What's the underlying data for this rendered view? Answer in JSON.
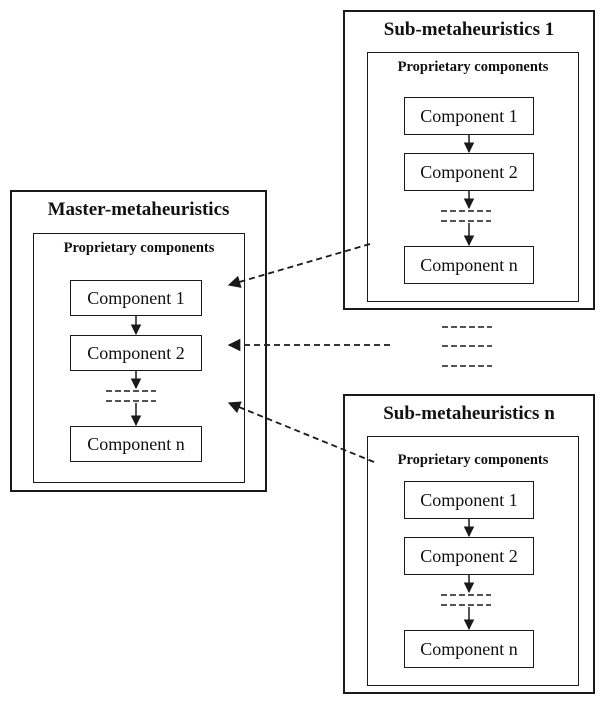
{
  "master": {
    "title": "Master-metaheuristics",
    "inner_title": "Proprietary components",
    "components": [
      "Component 1",
      "Component 2",
      "Component n"
    ]
  },
  "sub1": {
    "title": "Sub-metaheuristics 1",
    "inner_title": "Proprietary components",
    "components": [
      "Component 1",
      "Component 2",
      "Component n"
    ]
  },
  "subn": {
    "title": "Sub-metaheuristics n",
    "inner_title": "Proprietary components",
    "components": [
      "Component 1",
      "Component 2",
      "Component n"
    ]
  }
}
